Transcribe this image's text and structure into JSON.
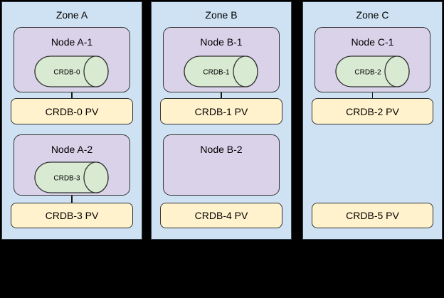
{
  "colors": {
    "background": "#000000",
    "zone_fill": "#cfe2f3",
    "zone_border": "#38404a",
    "node_fill": "#d9d2e9",
    "node_border": "#333333",
    "cylinder_fill": "#d9ead3",
    "cylinder_border": "#333333",
    "pv_fill": "#fff2cc",
    "pv_border": "#333333",
    "connector": "#1a1a1a",
    "text": "#000000"
  },
  "zones": [
    {
      "label": "Zone A",
      "node1": {
        "label": "Node A-1",
        "cylinder": "CRDB-0"
      },
      "pv1": "CRDB-0 PV",
      "node2": {
        "label": "Node A-2",
        "cylinder": "CRDB-3"
      },
      "pv2": "CRDB-3 PV"
    },
    {
      "label": "Zone B",
      "node1": {
        "label": "Node B-1",
        "cylinder": "CRDB-1"
      },
      "pv1": "CRDB-1 PV",
      "node2": {
        "label": "Node B-2"
      },
      "pv2": "CRDB-4 PV"
    },
    {
      "label": "Zone C",
      "node1": {
        "label": "Node C-1",
        "cylinder": "CRDB-2"
      },
      "pv1": "CRDB-2 PV",
      "pv2": "CRDB-5 PV"
    }
  ]
}
